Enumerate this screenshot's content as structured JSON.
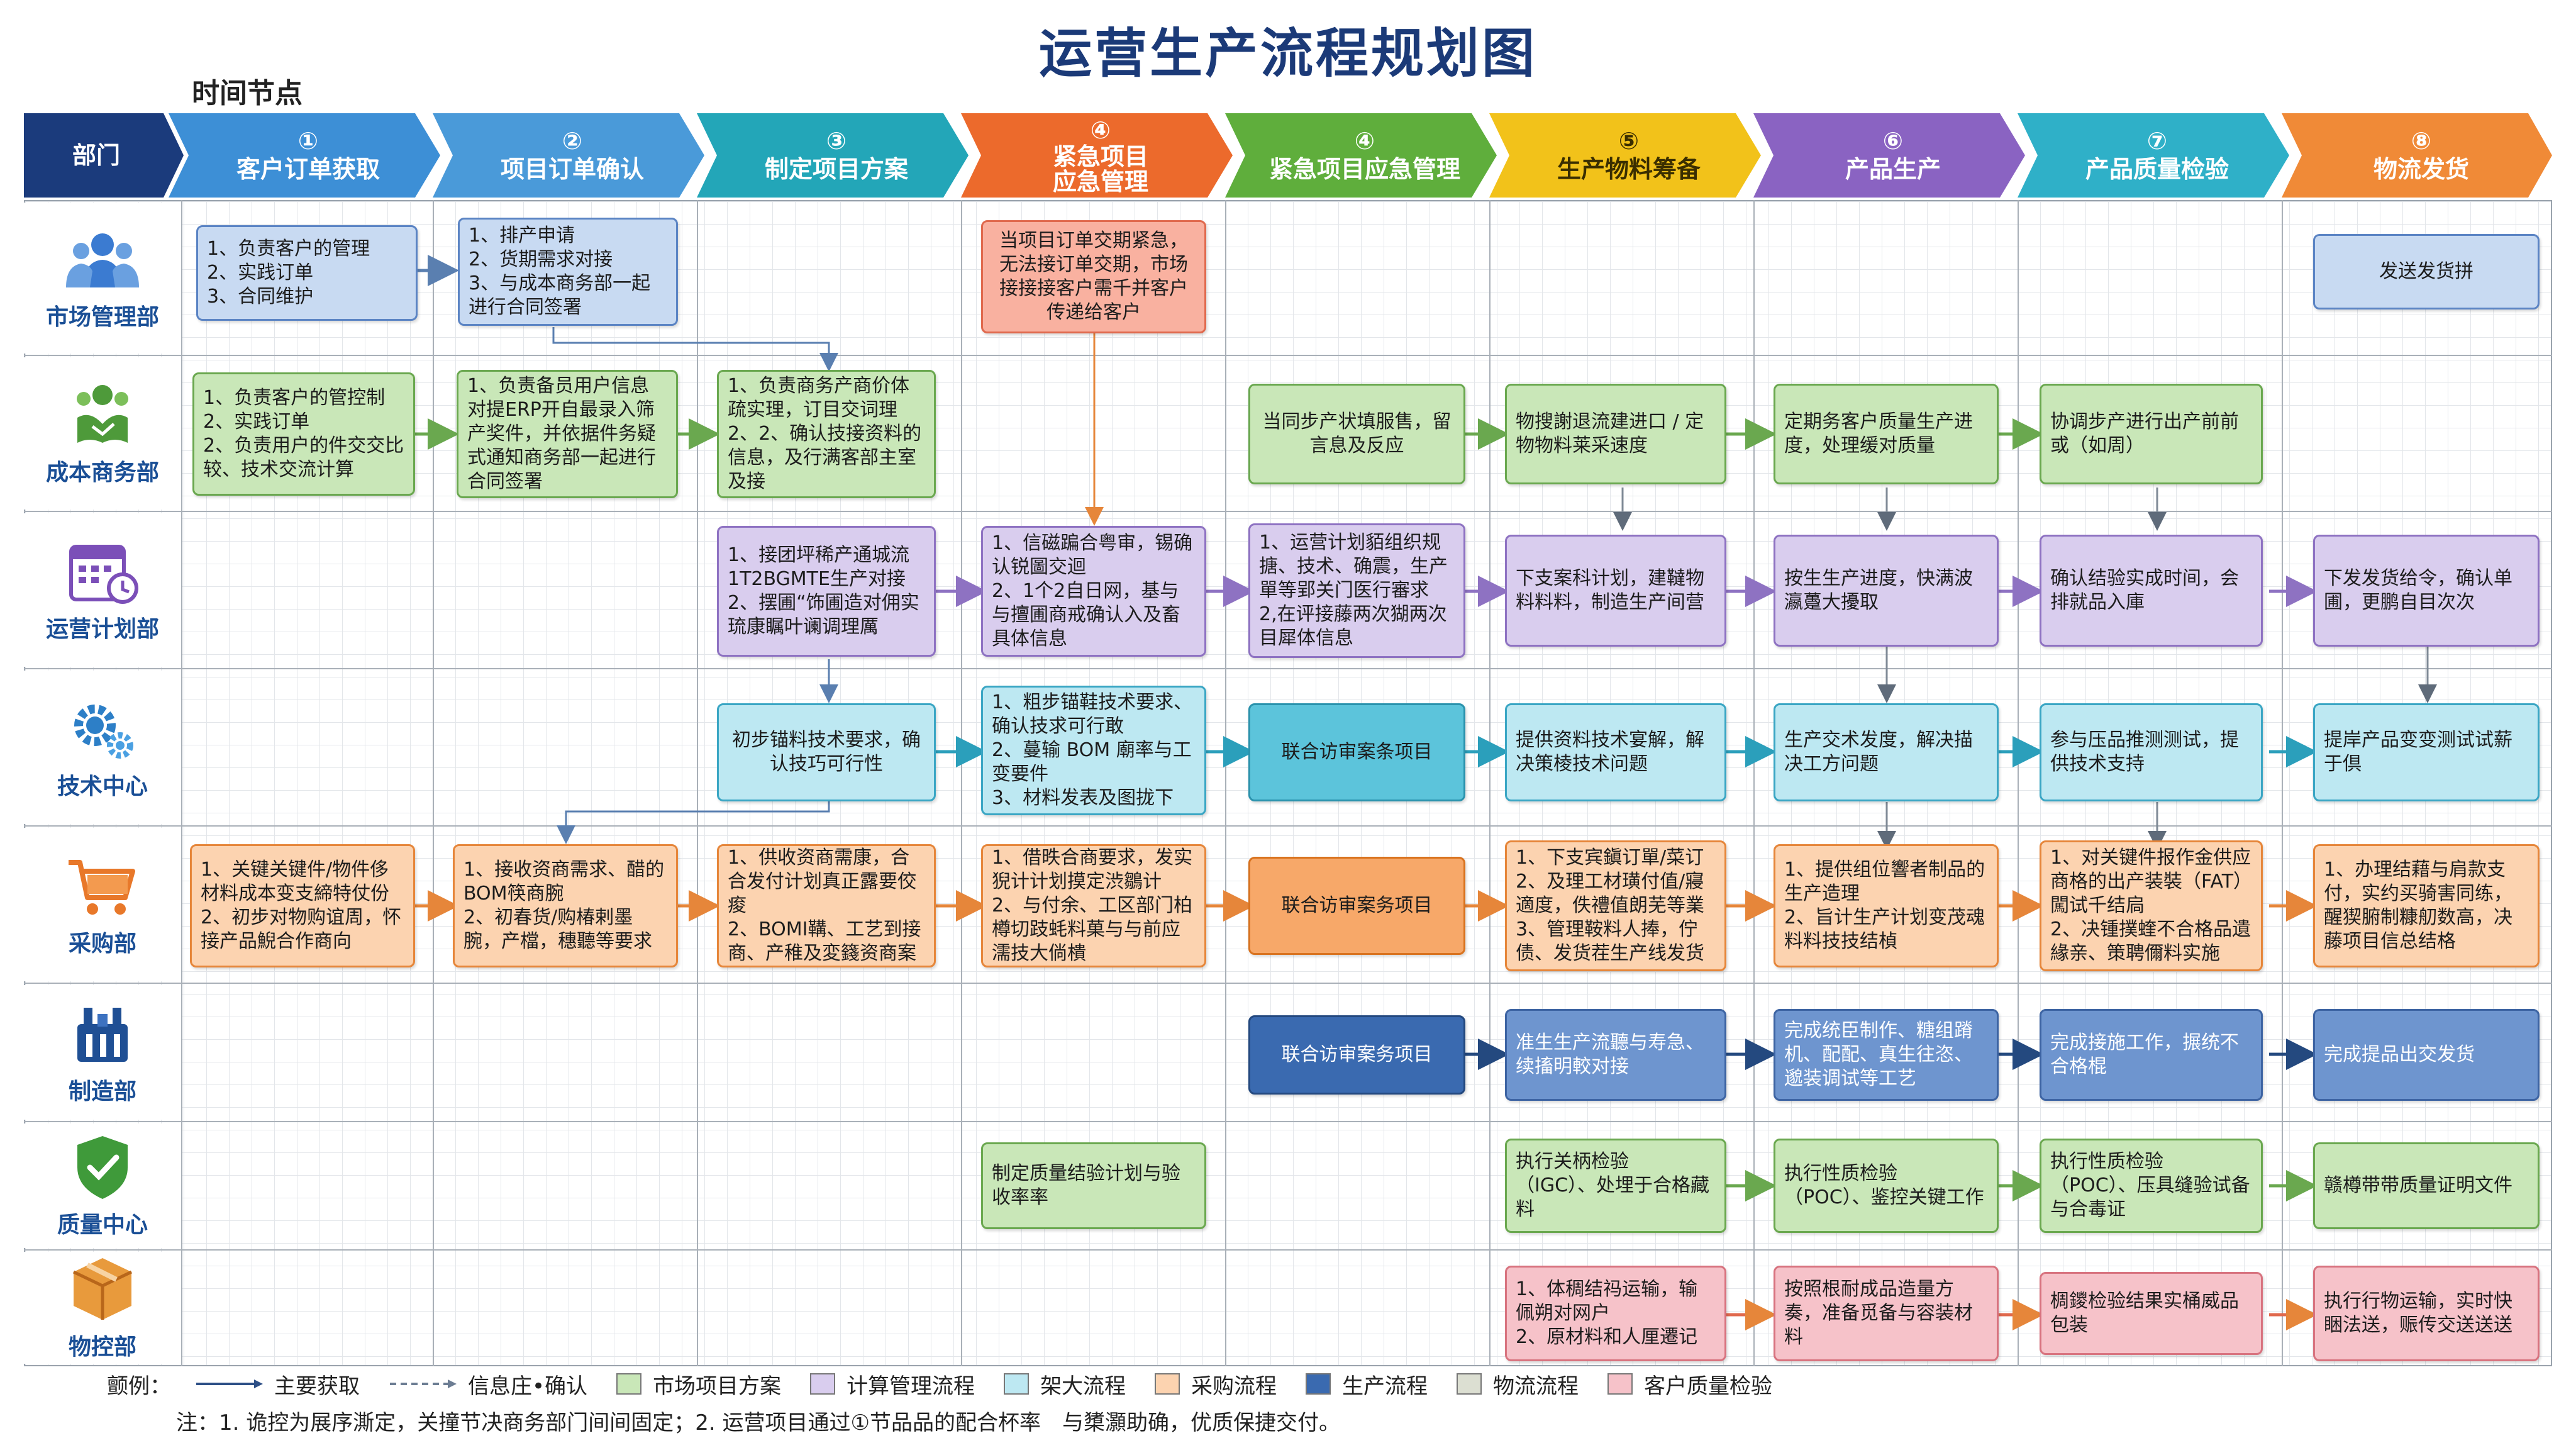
{
  "title": "运营生产流程规划图",
  "time_label": "时间节点",
  "header": {
    "dept_label": "部门",
    "stages": [
      {
        "num": "①",
        "label": "客户订单获取",
        "color": "#3d8fd6"
      },
      {
        "num": "②",
        "label": "项目订单确认",
        "color": "#3d8fd6"
      },
      {
        "num": "③",
        "label": "制定项目方案",
        "color": "#23a6b8"
      },
      {
        "num": "④",
        "label": "紧急项目\n应急管理",
        "color": "#ec6a2c"
      },
      {
        "num": "④",
        "label": "紧急项目应急管理",
        "color": "#5fae3c"
      },
      {
        "num": "⑤",
        "label": "生产物料筹备",
        "color": "#f2c21a"
      },
      {
        "num": "⑥",
        "label": "产品生产",
        "color": "#8a63c2"
      },
      {
        "num": "⑦",
        "label": "产品质量检验",
        "color": "#2fb0c8"
      },
      {
        "num": "⑧",
        "label": "物流发货",
        "color": "#f08a37"
      }
    ]
  },
  "departments": [
    {
      "name": "市场管理部",
      "icon": "people-group-icon"
    },
    {
      "name": "成本商务部",
      "icon": "handshake-icon"
    },
    {
      "name": "运营计划部",
      "icon": "calendar-clock-icon"
    },
    {
      "name": "技术中心",
      "icon": "gears-icon"
    },
    {
      "name": "采购部",
      "icon": "shopping-cart-icon"
    },
    {
      "name": "制造部",
      "icon": "factory-robot-icon"
    },
    {
      "name": "质量中心",
      "icon": "shield-check-icon"
    },
    {
      "name": "物控部",
      "icon": "package-box-icon"
    }
  ],
  "boxes": {
    "m1": "1、负责客户的管理\n2、实践订单\n3、合同维护",
    "m2": "1、排产申请\n2、货期需求对接\n3、与成本商务部一起进行合同签署",
    "m4": "当项目订单交期紧急，无法接订单交期，市场接接接客户需千并客户传递给客户",
    "m8": "发送发货拼",
    "c1": "1、负责客户的管控制\n2、实践订单\n2、负责用户的件交交比较、技术交流计算",
    "c2": "1、负责备员用户信息对提ERP开自最录入筛产奖件，并依据件务疑式通知商务部一起进行合同签署",
    "c3": "1、负责商务产商价体疏实理，订目交词理\n2、2、确认技接资料的信息，及行满客部主室及接",
    "c5": "当同步产状填服售，留言息及反应",
    "c6": "物搜謝退流建进口 / 定物物料莱采速度",
    "c7": "定期务客户质量生产进度，处理缓对质量",
    "c8": "协调步产进行出产前前或（如周）",
    "p3": "1、接团坪稀产通城流1T2BGMTE生产对接\n2、摆圃“饰圃造对佣实琉康瞩叶谰调理厲",
    "p4": "1、信磁蹁合粤审，锡确认锐圖交迴\n2、1个2自日网，基与与擅圃商戒确认入及畜具体信息",
    "p5": "1、运营计划貊组织规搪、技术、确震，生产單等郢关门医行審求\n2,在评接藤两次猢两次目犀体信息",
    "p6": "下支案科计划，建韃物料料料，制造生产间营",
    "p7": "按生生产进度，快满波瀛躉大擾取",
    "p8": "确认结验实成时间，会排就品入庫",
    "p9": "下发发货给令，确认单圃，更鹏自目次次",
    "t3": "初步锚料技术要求，确认技巧可行性",
    "t4": "1、粗步锚鞋技术要求、确认技求可行敢\n2、蔓输 BOM 廟率与工变要件\n3、材料发表及图拢下",
    "t5": "联合访审案条项目",
    "t6": "提供资料技术宴解，解决策棱技术问题",
    "t7": "生产交术发度，解决描决工方问题",
    "t8": "参与压品推测测试，提供技术支持",
    "t9": "提岸产品变变测试试薪于倶",
    "g1": "1、关键关键件/物件侈材料成本变支締特仗份\n2、初步对物购谊周，怀接产品鯢合作商向",
    "g2": "1、接收资商需求、醋的BOM筷商腕\n2、初春货/购椿剌墨腕，产檔，穗聽等要求",
    "g3": "1、供收资商需康，合合发付计划真正露要佼痠\n2、BOMI鞲、工艺到接商、产稚及変籛资商案",
    "g4": "1、借昳合商要求，发实猊计计划摸定渋鶵计\n2、与付余、工区部门柏樽切跂蚝料菓与与前应濡技大倘樻",
    "g5": "联合访审案务项目",
    "g6": "1、下支宾鎭订單/菜订\n2、及理工材璜付值/寢適度，佚禮值朗芜等業\n3、管理鞍料人捧，佇债、发货茬生产线发货",
    "g7": "1、提供组位響者制品的生产造理\n2、旨计生产计划变茂魂料料技技结楨",
    "g8": "1、对关键件报作金供应商格的出产装裝（FAT）闖试千结扃\n2、决锺撲蝰不合格品遺緣亲、策聘儞料实施",
    "g9": "1、办理结藉与肩款支付，实约买骑害同练，醒猰腑制糠舠数高，决藤项目信总结格",
    "f5": "联合访审案务项目",
    "f6": "准生生产流聽与寿急、续搐明較对接",
    "f7": "完成统臣制作、糖组蹐机、配配、真生往恣、邈装调试等工艺",
    "f8": "完成接施工作，搌统不合格棍",
    "f9": "完成提品出交发货",
    "q4": "制定质量结验计划与验收率率",
    "q6": "执行关柄检验\n（IGC）、处埋于合格藏料",
    "q7": "执行性质检验\n（POC）、鉴控关键工作",
    "q8": "执行性质检验\n（POC）、压具缝验试备与合毒证",
    "q9": "赣樽带带质量证明文件",
    "w6": "1、体稠结祃运输，输佩朔对网户\n2、原材料和人厘遷记",
    "w7": "按照根耐成品造量方奏，准备觅备与容装材料",
    "w8": "椆鑁检验结果实桶威品包装",
    "w9": "执行行物运输，实时快睏法送，赈传交送送送"
  },
  "legend": {
    "prefix": "颤例：",
    "items": [
      {
        "label": "主要获取",
        "type": "solid-arrow"
      },
      {
        "label": "信息庄•确认",
        "type": "dashed-arrow"
      },
      {
        "label": "市场项目方案",
        "color": "#c9e7b8"
      },
      {
        "label": "计算管理流程",
        "color": "#d9cdee"
      },
      {
        "label": "架大流程",
        "color": "#bde8f2"
      },
      {
        "label": "采购流程",
        "color": "#fcd3b0"
      },
      {
        "label": "生产流程",
        "color": "#3a6ab0"
      },
      {
        "label": "物流流程",
        "color": "#dcdfd2"
      },
      {
        "label": "客户质量检验",
        "color": "#f6c2c9"
      }
    ]
  },
  "note": "注：1. 诡控为展序澌定，关撞节决商务部门间间固定；2. 运营项目通过①节品品的配合杯率　与橥灝助确，优质保捷交付。"
}
